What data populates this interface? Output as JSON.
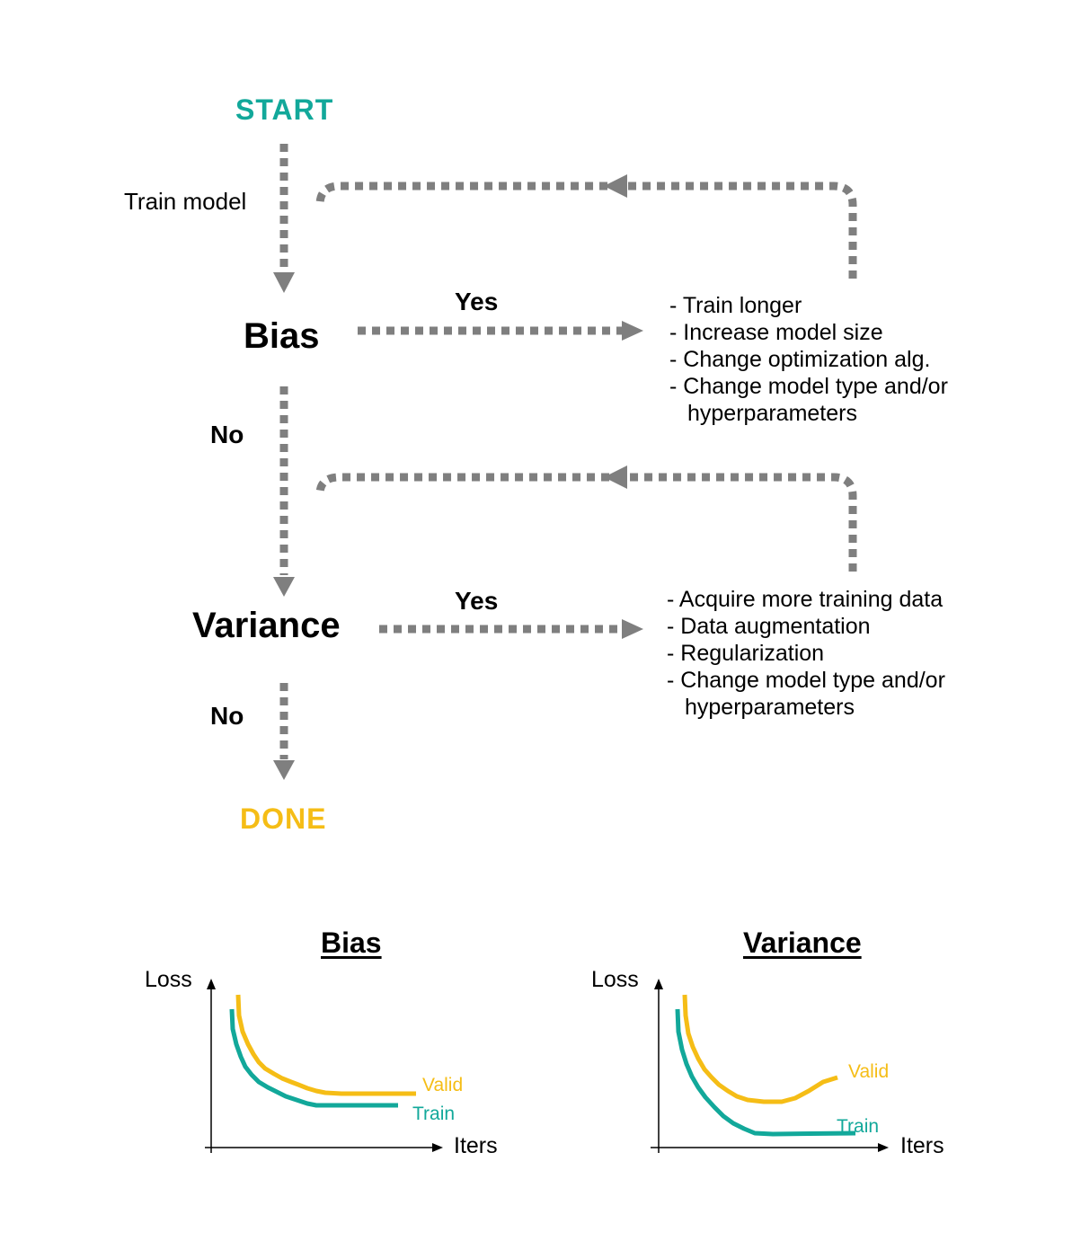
{
  "colors": {
    "accent_start": "#12a89a",
    "accent_done": "#f5bd16",
    "arrow": "#7f7f7f",
    "valid_curve": "#f5bd16",
    "train_curve": "#12a89a"
  },
  "flowchart": {
    "start": "START",
    "train_model": "Train model",
    "bias": "Bias",
    "variance": "Variance",
    "done": "DONE",
    "bias_yes": "Yes",
    "bias_no": "No",
    "variance_yes": "Yes",
    "variance_no": "No",
    "bias_remedies": [
      "- Train longer",
      "- Increase model size",
      "- Change optimization alg.",
      "- Change model type and/or",
      "hyperparameters"
    ],
    "variance_remedies": [
      "- Acquire more training data",
      "- Data augmentation",
      "- Regularization",
      "- Change model type and/or",
      "hyperparameters"
    ]
  },
  "charts": {
    "bias": {
      "title": "Bias",
      "ylabel": "Loss",
      "xlabel": "Iters",
      "valid_label": "Valid",
      "train_label": "Train"
    },
    "variance": {
      "title": "Variance",
      "ylabel": "Loss",
      "xlabel": "Iters",
      "valid_label": "Valid",
      "train_label": "Train"
    }
  }
}
